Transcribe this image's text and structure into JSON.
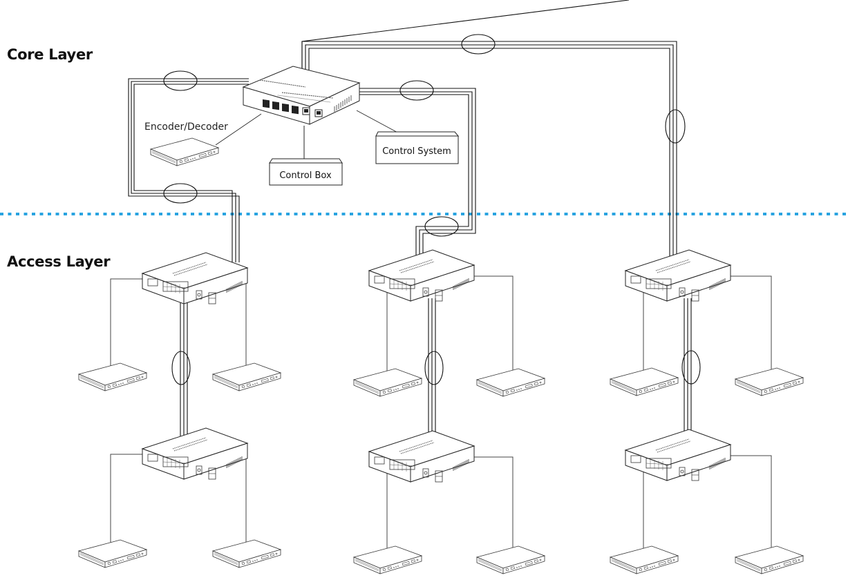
{
  "diagram": {
    "layers": {
      "core": "Core Layer",
      "access": "Access Layer"
    },
    "core_devices": {
      "encoder_decoder": "Encoder/Decoder",
      "control_box": "Control Box",
      "control_system": "Control System"
    },
    "colors": {
      "layer_divider": "#29a3e0",
      "line": "#111111"
    },
    "topology": {
      "core_switch": "core-switch",
      "access_columns": 3,
      "switches_per_column": 2,
      "endpoints_per_switch": 2
    }
  }
}
